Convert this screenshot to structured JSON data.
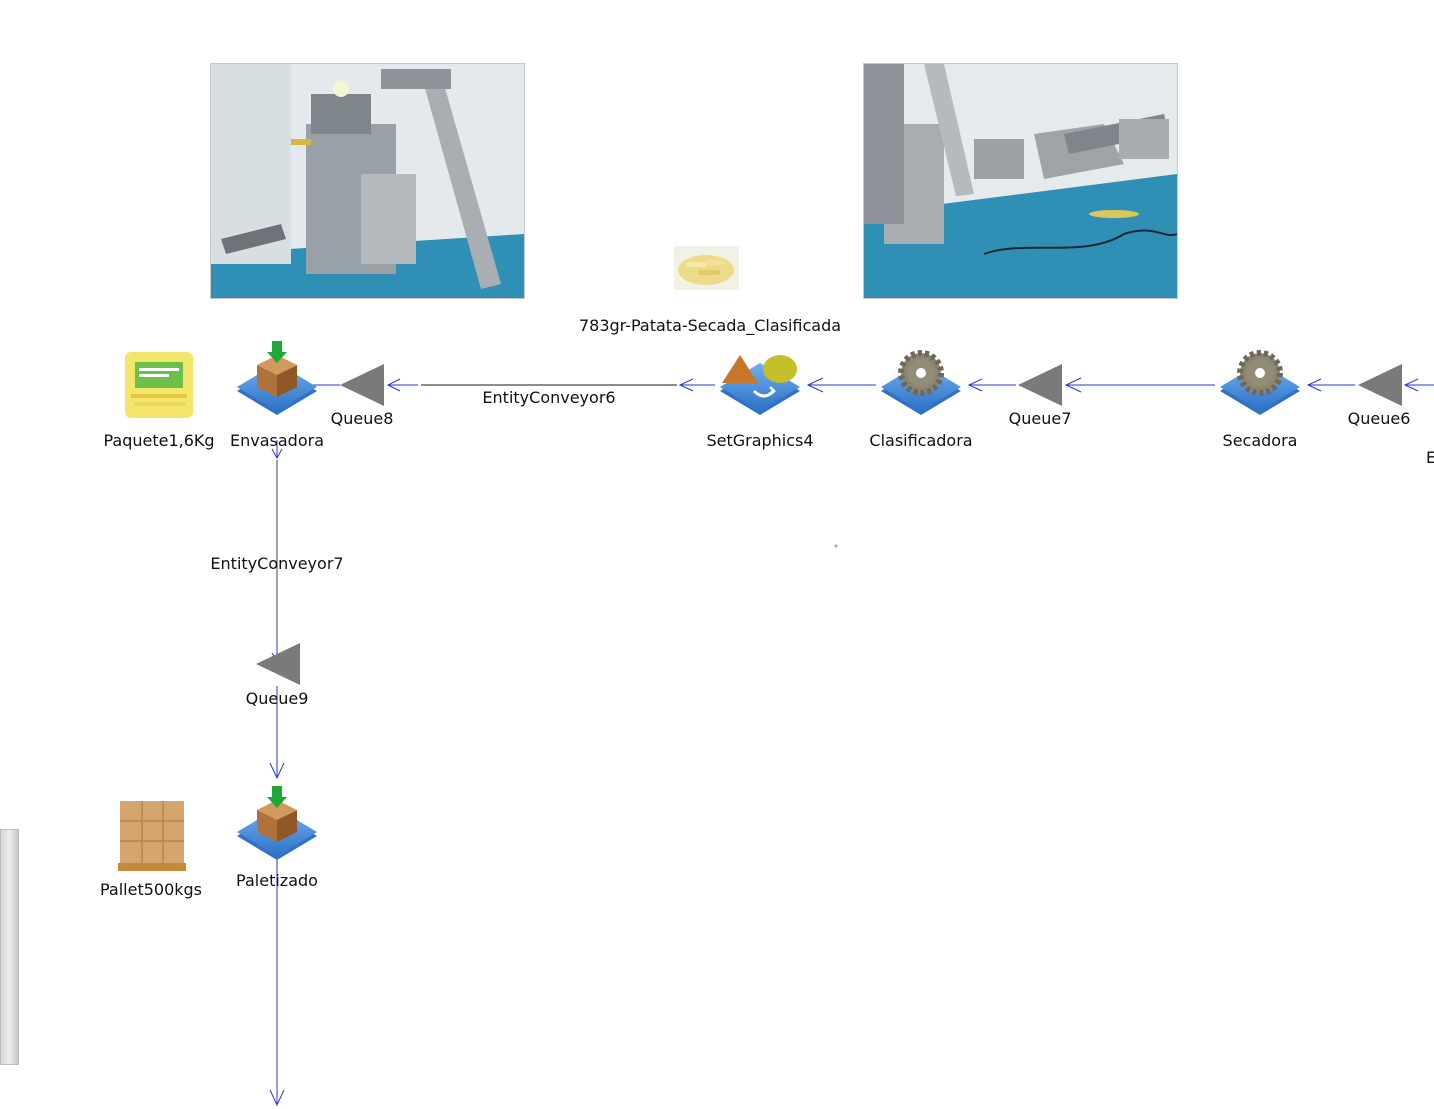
{
  "colors": {
    "link": "#2a35d6",
    "conveyor": "#1a1a1a",
    "queue": "#7a7a7a",
    "tile": "#4d8fdc",
    "floor": "#2f8fb5",
    "wall": "#e8eef0"
  },
  "entity_labels": {
    "potato_sorted": "783gr-Patata-Secada_Clasificada",
    "package": "Paquete1,6Kg",
    "pallet": "Pallet500kgs"
  },
  "nodes": {
    "envasadora": {
      "label": "Envasadora",
      "icon": "combiner-box-icon"
    },
    "queue8": {
      "label": "Queue8",
      "icon": "queue-triangle-icon"
    },
    "conveyor6": {
      "label": "EntityConveyor6"
    },
    "setgraphics4": {
      "label": "SetGraphics4",
      "icon": "set-graphics-icon"
    },
    "clasificadora": {
      "label": "Clasificadora",
      "icon": "gear-icon"
    },
    "queue7": {
      "label": "Queue7",
      "icon": "queue-triangle-icon"
    },
    "secadora": {
      "label": "Secadora",
      "icon": "gear-icon"
    },
    "queue6": {
      "label": "Queue6",
      "icon": "queue-triangle-icon"
    },
    "conveyor7": {
      "label": "EntityConveyor7"
    },
    "queue9": {
      "label": "Queue9",
      "icon": "queue-triangle-icon"
    },
    "paletizado": {
      "label": "Paletizado",
      "icon": "combiner-box-icon"
    },
    "cut_right": {
      "label": "E"
    }
  },
  "photos": {
    "left": "packaging-machine-photo",
    "right": "drying-line-photo"
  }
}
